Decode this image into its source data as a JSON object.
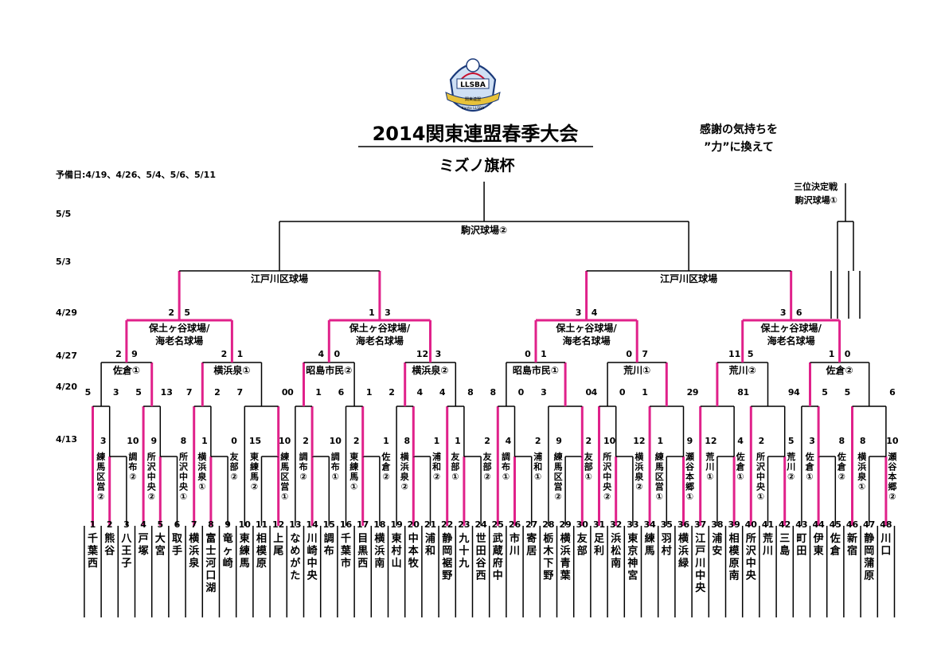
{
  "header": {
    "title": "2014関東連盟春季大会",
    "subtitle": "ミズノ旗杯",
    "slogan_line1": "感謝の気持ちを",
    "slogan_line2": "”力”に換えて",
    "reserve_days": "予備日:4/19、4/26、5/4、5/6、5/11",
    "third_place_label": "三位決定戦",
    "third_place_venue": "駒沢球場①",
    "logo": {
      "text": "LLSBA",
      "caption_top": "関東連盟",
      "caption_bottom": "Kanto LLSBA"
    }
  },
  "dates": [
    "5/5",
    "5/3",
    "4/29",
    "4/27",
    "4/20",
    "4/13"
  ],
  "colors": {
    "winner": "#e0218a",
    "line": "#000000"
  },
  "venues": {
    "final": "駒沢球場②",
    "semi_left": "江戸川区球場",
    "semi_right": "江戸川区球場",
    "qf": [
      "保土ヶ谷球場/海老名球場",
      "保土ヶ谷球場/海老名球場",
      "保土ヶ谷球場/海老名球場",
      "保土ヶ谷球場/海老名球場"
    ],
    "r3": [
      "佐倉①",
      "横浜泉①",
      "昭島市民②",
      "横浜泉②",
      "昭島市民①",
      "荒川①",
      "荒川②",
      "佐倉②"
    ]
  },
  "teams": [
    "千葉西",
    "熊谷",
    "八王子",
    "戸塚",
    "大宮",
    "取手",
    "横浜泉",
    "富士河口湖",
    "竜ヶ崎",
    "東練馬",
    "相模原",
    "上尾",
    "なめがた",
    "川崎中央",
    "調布",
    "千葉市",
    "目黒西",
    "横浜南",
    "東村山",
    "中本牧",
    "浦和",
    "静岡裾野",
    "九十九",
    "世田谷西",
    "武蔵府中",
    "市川",
    "寄居",
    "栃木下野",
    "横浜青葉",
    "友部",
    "足利",
    "浜松南",
    "東京神宮",
    "練馬",
    "羽村",
    "横浜緑",
    "江戸川中央",
    "浦安",
    "相模原南",
    "所沢中央",
    "荒川",
    "三島",
    "町田",
    "伊東",
    "佐倉",
    "新宿",
    "静岡蒲原",
    "川口"
  ],
  "r1_slots": [
    "練馬区営②",
    "調布②",
    "所沢中央②",
    "所沢中央①",
    "横浜泉①",
    "友部②",
    "東練馬②",
    "練馬区営①",
    "調布②",
    "調布①",
    "東練馬①",
    "佐倉②",
    "横浜泉②",
    "浦和②",
    "友部①",
    "友部②",
    "調布①",
    "浦和①",
    "練馬区営②",
    "友部①",
    "所沢中央②",
    "横浜泉②",
    "練馬区営①",
    "瀬谷本郷①",
    "荒川①",
    "佐倉①",
    "所沢中央①",
    "荒川②",
    "佐倉①",
    "佐倉②",
    "横浜泉①",
    "瀬谷本郷②"
  ],
  "r1_scores": [
    [
      "3",
      "10"
    ],
    [
      "9",
      "8"
    ],
    [
      "1",
      "0"
    ],
    [
      "15",
      "10"
    ],
    [
      "2",
      "10"
    ],
    [
      "2",
      "1"
    ],
    [
      "8",
      "1"
    ],
    [
      "1",
      "2"
    ],
    [
      "4",
      "2"
    ],
    [
      "9",
      "2"
    ],
    [
      "10",
      "12"
    ],
    [
      "1",
      "9"
    ],
    [
      "12",
      "4"
    ],
    [
      "2",
      "5"
    ],
    [
      "3",
      "8"
    ],
    [
      "8",
      "10"
    ]
  ],
  "r2_scores": [
    [
      "5",
      "3"
    ],
    [
      "5",
      "13"
    ],
    [
      "7",
      "2"
    ],
    [
      "7",
      "0"
    ],
    [
      "0",
      "1"
    ],
    [
      "6",
      "1"
    ],
    [
      "2",
      "4"
    ],
    [
      "4",
      "8"
    ],
    [
      "8",
      "0"
    ],
    [
      "3",
      "0"
    ],
    [
      "4",
      "0"
    ],
    [
      "1",
      "2"
    ],
    [
      "9",
      "8"
    ],
    [
      "1",
      "9"
    ],
    [
      "4",
      "5"
    ],
    [
      "5",
      "6"
    ]
  ],
  "r3_scores": [
    [
      "2",
      "9"
    ],
    [
      "2",
      "1"
    ],
    [
      "4",
      "0"
    ],
    [
      "12",
      "3"
    ],
    [
      "0",
      "1"
    ],
    [
      "0",
      "7"
    ],
    [
      "11",
      "5"
    ],
    [
      "1",
      "0"
    ]
  ],
  "qf_scores": [
    [
      "2",
      "5"
    ],
    [
      "1",
      "3"
    ],
    [
      "3",
      "4"
    ],
    [
      "3",
      "6"
    ]
  ]
}
